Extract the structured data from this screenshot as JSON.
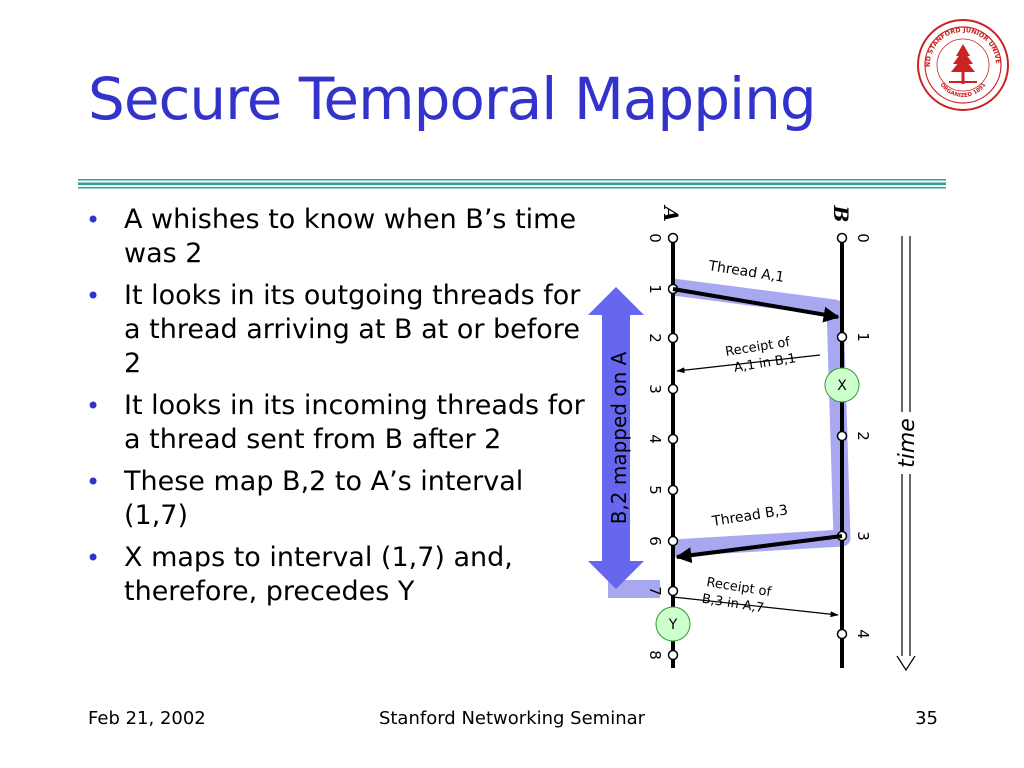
{
  "slide": {
    "title": "Secure Temporal Mapping",
    "bullets": [
      "A whishes to know when B’s time was 2",
      "It looks in its outgoing threads for a thread arriving at B at or before 2",
      "It looks in its incoming threads for a thread sent from B after 2",
      "These map B,2 to A’s interval (1,7)",
      "X maps to interval (1,7) and, therefore, precedes Y"
    ],
    "bullet_glyph": "•"
  },
  "diagram": {
    "timeline_a_label": "A",
    "timeline_b_label": "B",
    "a_ticks": [
      "0",
      "1",
      "2",
      "3",
      "4",
      "5",
      "6",
      "7",
      "8"
    ],
    "b_ticks": [
      "0",
      "1",
      "2",
      "3",
      "4"
    ],
    "thread_a1": "Thread A,1",
    "thread_b3": "Thread B,3",
    "receipt_a1_line1": "Receipt of",
    "receipt_a1_line2": "A,1 in B,1",
    "receipt_b3_line1": "Receipt of",
    "receipt_b3_line2": "B,3 in A,7",
    "node_x": "X",
    "node_y": "Y",
    "mapping_label": "B,2 mapped on A",
    "time_label": "time"
  },
  "seal": {
    "ring_text": "LELAND STANFORD JUNIOR UNIVERSITY",
    "bottom_text": "ORGANIZED 1891"
  },
  "footer": {
    "date": "Feb 21, 2002",
    "center": "Stanford Networking Seminar",
    "page": "35"
  },
  "colors": {
    "title": "#3333cc",
    "mapping_band": "#9999ee",
    "node_fill": "#ccffcc",
    "seal_red": "#cc2222"
  }
}
